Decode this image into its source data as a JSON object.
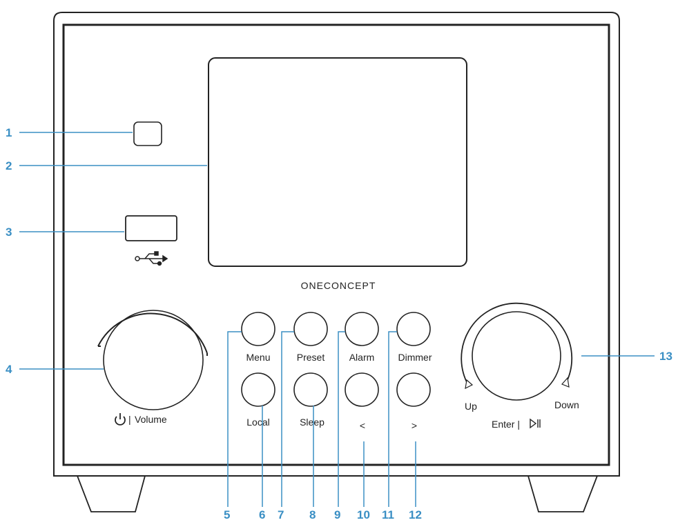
{
  "device": {
    "brand": "ONECONCEPT",
    "volume_label": "Volume",
    "enter_label": "Enter |",
    "up_label": "Up",
    "down_label": "Down"
  },
  "buttons": {
    "menu": "Menu",
    "preset": "Preset",
    "alarm": "Alarm",
    "dimmer": "Dimmer",
    "local": "Local",
    "sleep": "Sleep",
    "prev": "<",
    "next": ">"
  },
  "callouts": {
    "c1": "1",
    "c2": "2",
    "c3": "3",
    "c4": "4",
    "c5": "5",
    "c6": "6",
    "c7": "7",
    "c8": "8",
    "c9": "9",
    "c10": "10",
    "c11": "11",
    "c12": "12",
    "c13": "13"
  },
  "colors": {
    "callout": "#3a8fc4",
    "outline": "#222222"
  }
}
